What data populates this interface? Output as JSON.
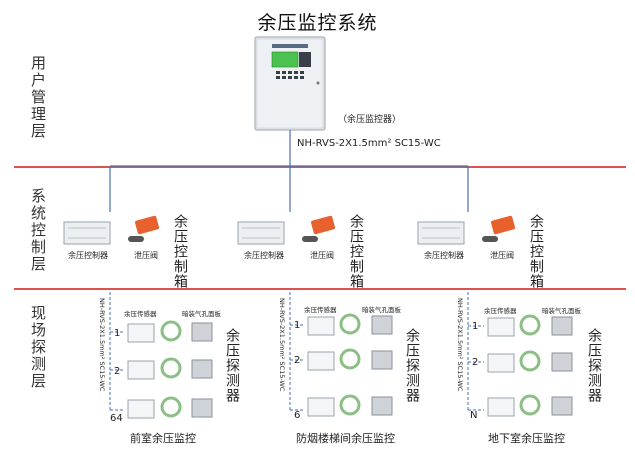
{
  "title": "余压监控系统",
  "layers": {
    "user": "用户管理层",
    "control": "系统控制层",
    "field": "现场探测层"
  },
  "monitor": {
    "caption": "（余压监控器）",
    "cable_main": "NH-RVS-2X1.5mm² SC15-WC"
  },
  "zones": [
    {
      "controller_label": "余压控制器",
      "valve_label": "泄压阀",
      "control_box": "余压控制箱",
      "sensor_label": "余压传感器",
      "panel_label": "暗装气孔面板",
      "cable_label": "NH-RVS-2X1.5mm² SC15-WC",
      "detector": "余压探测器",
      "indices": [
        "1",
        "2",
        "64"
      ],
      "footer": "前室余压监控"
    },
    {
      "controller_label": "余压控制器",
      "valve_label": "泄压阀",
      "control_box": "余压控制箱",
      "sensor_label": "余压传感器",
      "panel_label": "暗装气孔面板",
      "cable_label": "NH-RVS-2X1.5mm² SC15-WC",
      "detector": "余压探测器",
      "indices": [
        "1",
        "2",
        "6"
      ],
      "footer": "防烟楼梯间余压监控"
    },
    {
      "controller_label": "余压控制器",
      "valve_label": "泄压阀",
      "control_box": "余压控制箱",
      "sensor_label": "余压传感器",
      "panel_label": "暗装气孔面板",
      "cable_label": "NH-RVS-2X1.5mm² SC15-WC",
      "detector": "余压探测器",
      "indices": [
        "1",
        "2",
        "N"
      ],
      "footer": "地下室余压监控"
    }
  ],
  "colors": {
    "divider": "#d9534f",
    "bus": "#4a6fb3",
    "valve": "#e8612c",
    "cabinet": "#e6e9ee"
  }
}
